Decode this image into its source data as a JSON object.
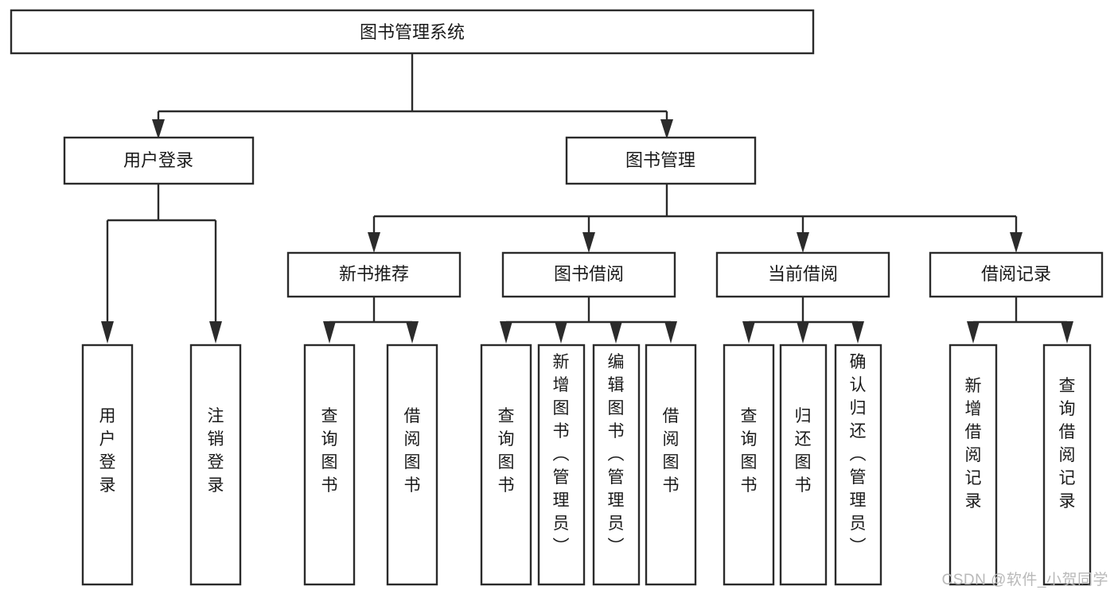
{
  "diagram": {
    "type": "tree-hierarchy-chart",
    "title": "图书管理系统",
    "watermark": "CSDN @软件_小贺同学",
    "colors": {
      "stroke": "#2b2b2b",
      "fill": "#ffffff",
      "text": "#1a1a1a",
      "watermark": "#b9b9b9",
      "background": "#ffffff"
    },
    "levels": [
      {
        "level": 0,
        "nodes": [
          {
            "id": "root",
            "label": "图书管理系统",
            "orientation": "horizontal"
          }
        ]
      },
      {
        "level": 1,
        "nodes": [
          {
            "id": "login",
            "label": "用户登录",
            "orientation": "horizontal",
            "parent": "root"
          },
          {
            "id": "bookmgmt",
            "label": "图书管理",
            "orientation": "horizontal",
            "parent": "root"
          }
        ]
      },
      {
        "level": 2,
        "nodes": [
          {
            "id": "newbook",
            "label": "新书推荐",
            "orientation": "horizontal",
            "parent": "bookmgmt"
          },
          {
            "id": "borrow",
            "label": "图书借阅",
            "orientation": "horizontal",
            "parent": "bookmgmt"
          },
          {
            "id": "current",
            "label": "当前借阅",
            "orientation": "horizontal",
            "parent": "bookmgmt"
          },
          {
            "id": "records",
            "label": "借阅记录",
            "orientation": "horizontal",
            "parent": "bookmgmt"
          }
        ]
      },
      {
        "level": 3,
        "nodes": [
          {
            "id": "leaf-user-login",
            "label": "用户登录",
            "orientation": "vertical",
            "parent": "login"
          },
          {
            "id": "leaf-logout",
            "label": "注销登录",
            "orientation": "vertical",
            "parent": "login"
          },
          {
            "id": "leaf-query-book-1",
            "label": "查询图书",
            "orientation": "vertical",
            "parent": "newbook"
          },
          {
            "id": "leaf-borrow-book-1",
            "label": "借阅图书",
            "orientation": "vertical",
            "parent": "newbook"
          },
          {
            "id": "leaf-query-book-2",
            "label": "查询图书",
            "orientation": "vertical",
            "parent": "borrow"
          },
          {
            "id": "leaf-add-book",
            "label": "新增图书（管理员）",
            "orientation": "vertical",
            "parent": "borrow"
          },
          {
            "id": "leaf-edit-book",
            "label": "编辑图书（管理员）",
            "orientation": "vertical",
            "parent": "borrow"
          },
          {
            "id": "leaf-borrow-book-2",
            "label": "借阅图书",
            "orientation": "vertical",
            "parent": "borrow"
          },
          {
            "id": "leaf-query-book-3",
            "label": "查询图书",
            "orientation": "vertical",
            "parent": "current"
          },
          {
            "id": "leaf-return-book",
            "label": "归还图书",
            "orientation": "vertical",
            "parent": "current"
          },
          {
            "id": "leaf-confirm-return",
            "label": "确认归还（管理员）",
            "orientation": "vertical",
            "parent": "current"
          },
          {
            "id": "leaf-add-record",
            "label": "新增借阅记录",
            "orientation": "vertical",
            "parent": "records"
          },
          {
            "id": "leaf-query-record",
            "label": "查询借阅记录",
            "orientation": "vertical",
            "parent": "records"
          }
        ]
      }
    ]
  }
}
